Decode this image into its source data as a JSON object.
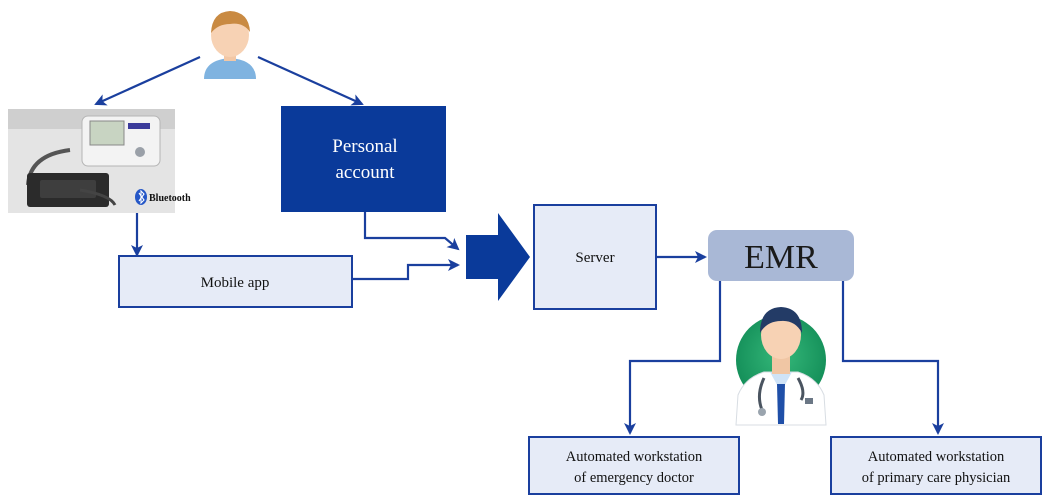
{
  "nodes": {
    "personal_account": {
      "line1": "Personal",
      "line2": "account"
    },
    "server": {
      "label": "Server"
    },
    "emr": {
      "label": "EMR"
    },
    "mobile_app": {
      "label": "Mobile app"
    },
    "emergency_ws": {
      "line1": "Automated workstation",
      "line2": "of emergency doctor"
    },
    "primary_ws": {
      "line1": "Automated workstation",
      "line2": "of primary care physician"
    }
  },
  "device": {
    "bluetooth_label": "Bluetooth"
  },
  "colors": {
    "arrow": "#1a3f9e",
    "personal_account_fill": "#0a3a9a",
    "box_fill": "#e6ebf7",
    "box_stroke": "#1a3f9e",
    "emr_fill": "#a9b8d6",
    "big_arrow": "#0a3a9a"
  },
  "icons": {
    "patient": "patient-avatar-icon",
    "doctor": "doctor-avatar-icon",
    "device": "blood-pressure-monitor-icon",
    "bluetooth": "bluetooth-icon"
  }
}
